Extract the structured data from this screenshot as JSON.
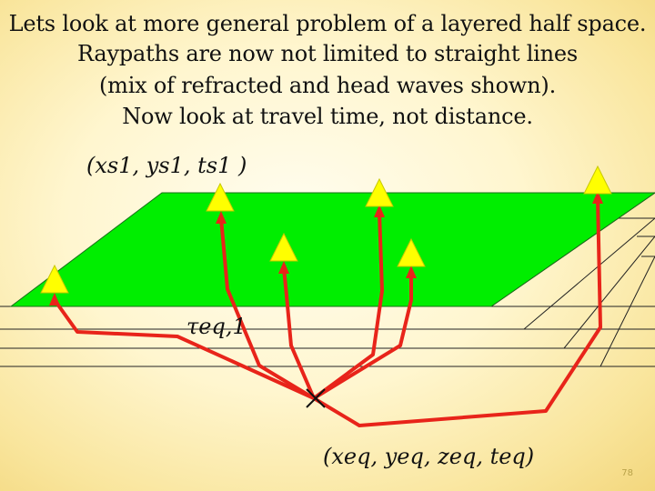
{
  "title_lines": [
    "Lets look at more general problem of a layered half space.",
    "Raypaths are now not limited to straight lines",
    "(mix of refracted and head waves shown).",
    "Now look at travel time, not distance."
  ],
  "labels": {
    "station": "(xs1, ys1, ts1 )",
    "tau": "τeq,1",
    "event": "(xeq, yeq, zeq, teq)"
  },
  "page_number": "78",
  "colors": {
    "surface": "#00ee00",
    "ray": "#e8241a",
    "station": "#ffff00",
    "background": "#fff6cf"
  }
}
